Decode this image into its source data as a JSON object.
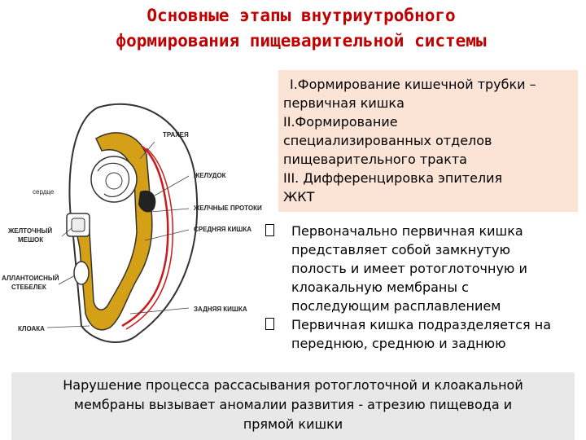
{
  "title": {
    "line1": "Основные этапы внутриутробного",
    "line2": "формирования  пищеварительной системы"
  },
  "stages": [
    "I.Формирование кишечной трубки –",
    "первичная кишка",
    "II.Формирование",
    "специализированных отделов",
    "пищеварительного тракта",
    "III. Дифференцировка эпителия",
    "ЖКТ"
  ],
  "bullets": [
    {
      "lines": [
        "Первоначально первичная кишка",
        "представляет собой замкнутую",
        "полость и имеет ротоглоточную и",
        "клоакальную мембраны с",
        "последующим расплавлением"
      ]
    },
    {
      "lines": [
        "Первичная кишка подразделяется на",
        "переднюю, среднюю и заднюю"
      ]
    }
  ],
  "footer": {
    "line1": "Нарушение процесса рассасывания ротоглоточной и клоакальной",
    "line2": "мембраны вызывает аномалии развития - атрезию пищевода и",
    "line3": "прямой кишки"
  },
  "diagram_labels": {
    "trachea": "ТРАХЕЯ",
    "stomach": "ЖЕЛУДОК",
    "heart": "сердце",
    "bile_ducts": "ЖЕЛЧНЫЕ ПРОТОКИ",
    "midgut": "СРЕДНЯЯ КИШКА",
    "yolk_sac_1": "ЖЕЛТОЧНЫЙ",
    "yolk_sac_2": "МЕШОК",
    "allantois_1": "АЛЛАНТОИСНЫЙ",
    "allantois_2": "СТЕБЕЛЕК",
    "hindgut": "ЗАДНЯЯ КИШКА",
    "cloaca": "КЛОАКА"
  },
  "colors": {
    "title": "#c00000",
    "stages_bg": "#fbe4d6",
    "footer_bg": "#e8e8e8",
    "gut": "#d4a017",
    "vessel": "#cc1a1a"
  }
}
